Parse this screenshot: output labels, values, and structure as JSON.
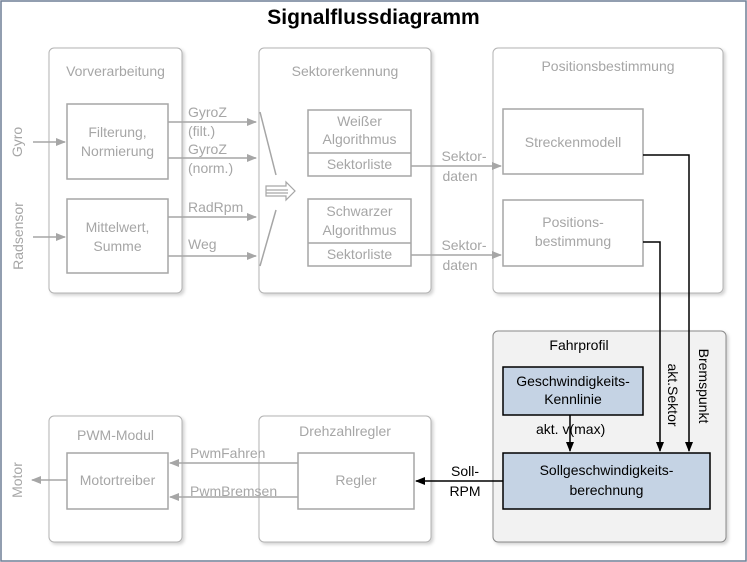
{
  "title": "Signalflussdiagramm",
  "inputs": {
    "gyro": "Gyro",
    "radsensor": "Radsensor",
    "motor": "Motor"
  },
  "vorverarbeitung": {
    "title": "Vorverarbeitung",
    "filter_line1": "Filterung,",
    "filter_line2": "Normierung",
    "mittel_line1": "Mittelwert,",
    "mittel_line2": "Summe"
  },
  "signals": {
    "gyroz1": "GyroZ",
    "gyroz1_sub": "(filt.)",
    "gyroz2": "GyroZ",
    "gyroz2_sub": "(norm.)",
    "radrpm": "RadRpm",
    "weg": "Weg",
    "sektordaten1_a": "Sektor-",
    "sektordaten1_b": "daten",
    "sektordaten2_a": "Sektor-",
    "sektordaten2_b": "daten",
    "pwm_fahren": "PwmFahren",
    "pwm_bremsen": "PwmBremsen",
    "soll_rpm_a": "Soll-",
    "soll_rpm_b": "RPM",
    "akt_vmax": "akt. v(max)",
    "akt_sektor": "akt.Sektor",
    "bremspunkt": "Bremspunkt"
  },
  "sektorerkennung": {
    "title": "Sektorerkennung",
    "weiss_line1": "Weißer",
    "weiss_line2": "Algorithmus",
    "weiss_list": "Sektorliste",
    "schwarz_line1": "Schwarzer",
    "schwarz_line2": "Algorithmus",
    "schwarz_list": "Sektorliste"
  },
  "positionsbestimmung": {
    "title": "Positionsbestimmung",
    "streckenmodell": "Streckenmodell",
    "pos_line1": "Positions-",
    "pos_line2": "bestimmung"
  },
  "fahrprofil": {
    "title": "Fahrprofil",
    "kennlinie_line1": "Geschwindigkeits-",
    "kennlinie_line2": "Kennlinie",
    "sollber_line1": "Sollgeschwindigkeits-",
    "sollber_line2": "berechnung"
  },
  "pwm_modul": {
    "title": "PWM-Modul",
    "motortreiber": "Motortreiber"
  },
  "drehzahlregler": {
    "title": "Drehzahlregler",
    "regler": "Regler"
  },
  "colors": {
    "grey": "#a6a6a6",
    "panel_border": "#b3b3b3",
    "fahrprofil_bg": "#f2f2f2",
    "active_box_fill": "#c5d3e4",
    "black": "#000000"
  }
}
